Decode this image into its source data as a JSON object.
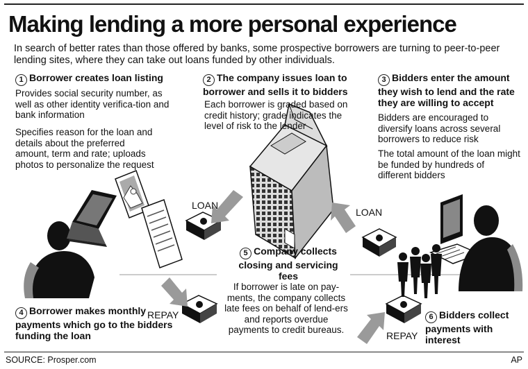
{
  "title": "Making lending a more personal experience",
  "intro": "In search of better rates than those offered by banks, some prospective borrowers are turning to peer-to-peer lending sites, where they can take out loans funded by other individuals.",
  "steps": [
    {
      "num": "1",
      "heading": "Borrower creates loan listing",
      "body": [
        "Provides social security number, as well as other identity verifica-tion and bank information",
        "Specifies reason for the loan and details about the preferred amount, term and rate; uploads photos to personalize the request"
      ]
    },
    {
      "num": "2",
      "heading": "The company issues loan to borrower and sells it to bidders",
      "body": [
        "Each borrower is graded based on credit history; grade indicates the level of risk to the lender"
      ]
    },
    {
      "num": "3",
      "heading": "Bidders enter the amount they wish to lend and the rate they are willing to accept",
      "body": [
        "Bidders are encouraged to diversify loans across several borrowers to reduce risk",
        "The total amount of the loan might be funded by hundreds of different bidders"
      ]
    },
    {
      "num": "4",
      "heading": "Borrower makes monthly payments which go to the bidders funding the loan",
      "body": []
    },
    {
      "num": "5",
      "heading": "Company collects closing and servicing fees",
      "body": [
        "If borrower is late on pay-ments, the company collects late fees on behalf of lend-ers and reports overdue payments to credit bureaus."
      ]
    },
    {
      "num": "6",
      "heading": "Bidders collect payments with interest",
      "body": []
    }
  ],
  "labels": {
    "loan_left": "LOAN",
    "loan_right": "LOAN",
    "repay_left": "REPAY",
    "repay_right": "REPAY"
  },
  "source": "SOURCE: Prosper.com",
  "credit": "AP",
  "colors": {
    "ink": "#111111",
    "grey": "#9a9a9a",
    "light_grey": "#d0d0d0"
  },
  "icons": [
    "borrower-silhouette",
    "laptop-icon",
    "photo-icon",
    "document-icon",
    "office-building",
    "money-stack-icon",
    "arrow-icon",
    "bidder-silhouette",
    "desktop-computer-icon",
    "bidders-crowd"
  ]
}
